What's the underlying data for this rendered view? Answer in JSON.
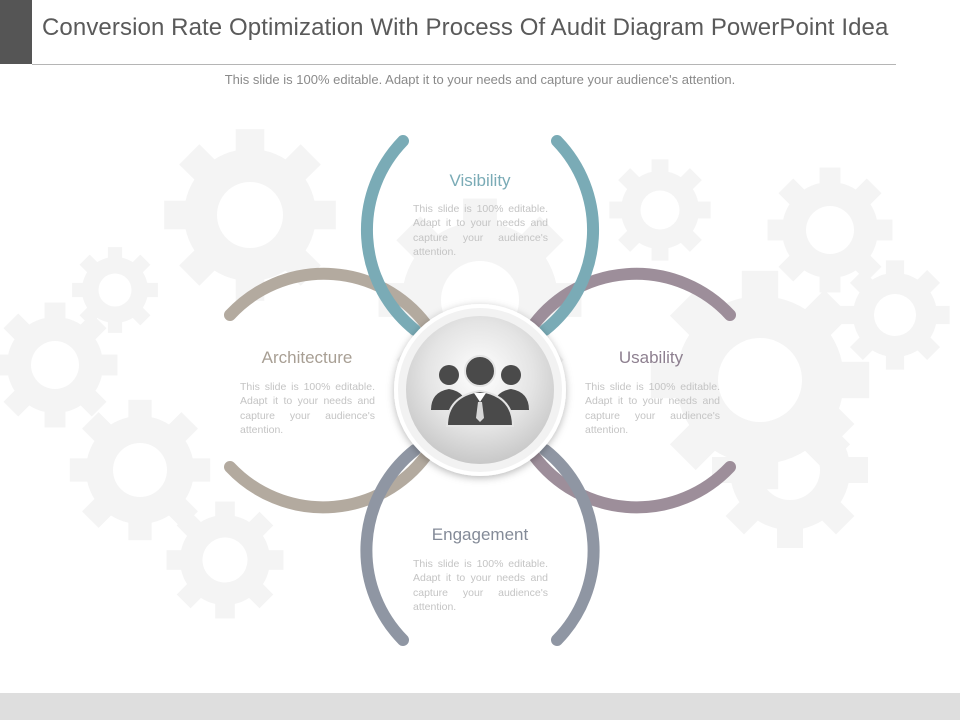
{
  "header": {
    "title": "Conversion Rate Optimization With Process Of  Audit Diagram PowerPoint Idea",
    "subtitle": "This slide is 100% editable. Adapt it to your needs and capture your audience's attention."
  },
  "center": {
    "icon": "people-group-icon"
  },
  "segments": {
    "visibility": {
      "title": "Visibility",
      "body": "This slide is 100% editable. Adapt it to your needs and capture your audience's attention.",
      "color": "#7aabb6"
    },
    "architecture": {
      "title": "Architecture",
      "body": "This slide is 100% editable. Adapt it to your needs and capture your audience's attention.",
      "color": "#b3aa9f"
    },
    "usability": {
      "title": "Usability",
      "body": "This slide is 100% editable. Adapt it to your needs and capture your audience's attention.",
      "color": "#9d8e9a"
    },
    "engagement": {
      "title": "Engagement",
      "body": "This slide is 100% editable. Adapt it to your needs and capture your audience's attention.",
      "color": "#8f96a3"
    }
  },
  "colors": {
    "title": "#5a5a5a",
    "accent_bar": "#555555",
    "background_gears": "#f4f4f4"
  }
}
